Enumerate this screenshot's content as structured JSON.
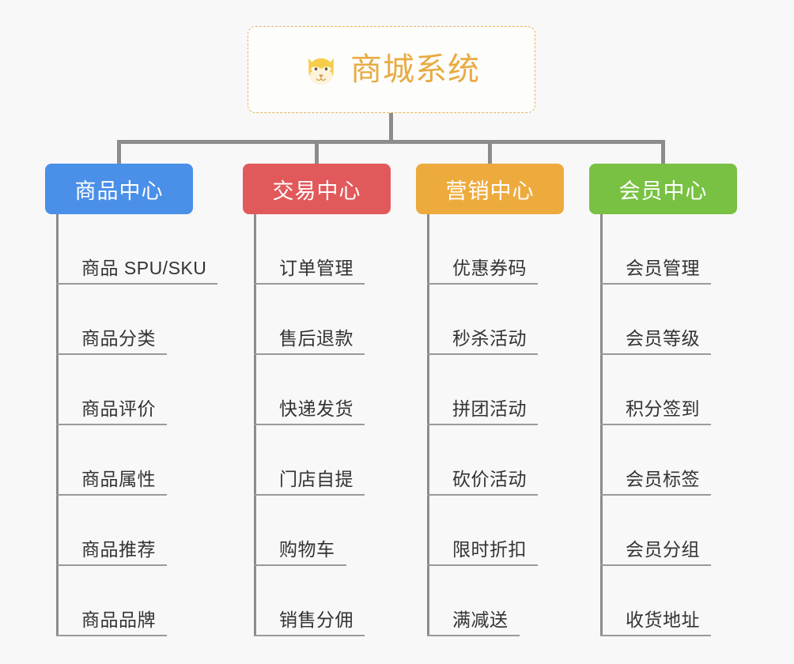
{
  "background_color": "#f8f8f8",
  "root": {
    "title": "商城系统",
    "icon": "dog-face-icon",
    "text_color": "#e8ab42",
    "border_color": "#e7b45a"
  },
  "connector_color": "#8c8c8c",
  "columns": [
    {
      "title": "商品中心",
      "color": "#4a90e8",
      "items": [
        "商品 SPU/SKU",
        "商品分类",
        "商品评价",
        "商品属性",
        "商品推荐",
        "商品品牌"
      ]
    },
    {
      "title": "交易中心",
      "color": "#e2595b",
      "items": [
        "订单管理",
        "售后退款",
        "快递发货",
        "门店自提",
        "购物车",
        "销售分佣"
      ]
    },
    {
      "title": "营销中心",
      "color": "#eeab3d",
      "items": [
        "优惠券码",
        "秒杀活动",
        "拼团活动",
        "砍价活动",
        "限时折扣",
        "满减送"
      ]
    },
    {
      "title": "会员中心",
      "color": "#78c142",
      "items": [
        "会员管理",
        "会员等级",
        "积分签到",
        "会员标签",
        "会员分组",
        "收货地址"
      ]
    }
  ]
}
